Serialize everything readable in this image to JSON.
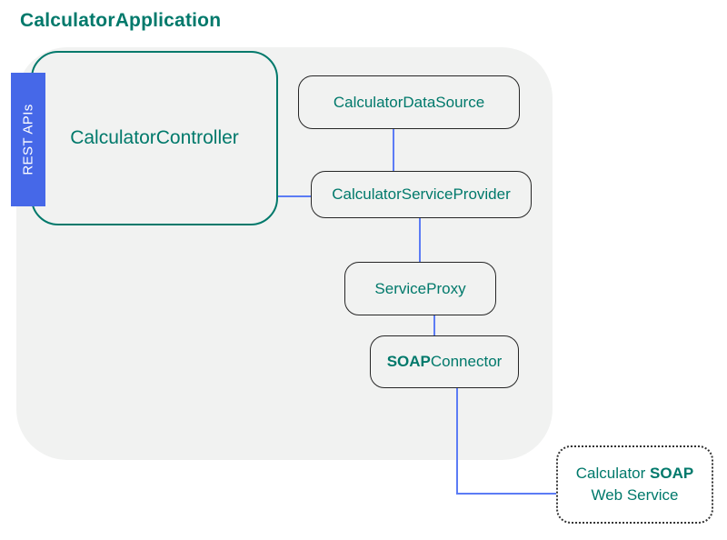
{
  "page_title": "CalculatorApplication",
  "colors": {
    "teal": "#00796B",
    "blue_fill": "#4668E8",
    "blue_line": "#5C7CF5",
    "gray_fill": "#F1F2F1",
    "box_border": "#262626",
    "dotted_border": "#333333"
  },
  "rest_badge": {
    "label": "REST APIs"
  },
  "nodes": {
    "controller": {
      "label": "CalculatorController"
    },
    "data_source": {
      "label": "CalculatorDataSource"
    },
    "service_provider": {
      "label": "CalculatorServiceProvider"
    },
    "service_proxy": {
      "label": "ServiceProxy"
    },
    "soap_connector": {
      "label_bold": "SOAP",
      "label_rest": "Connector"
    },
    "soap_web_service": {
      "line1_text": "Calculator ",
      "line1_bold": "SOAP",
      "line2": "Web Service"
    }
  }
}
